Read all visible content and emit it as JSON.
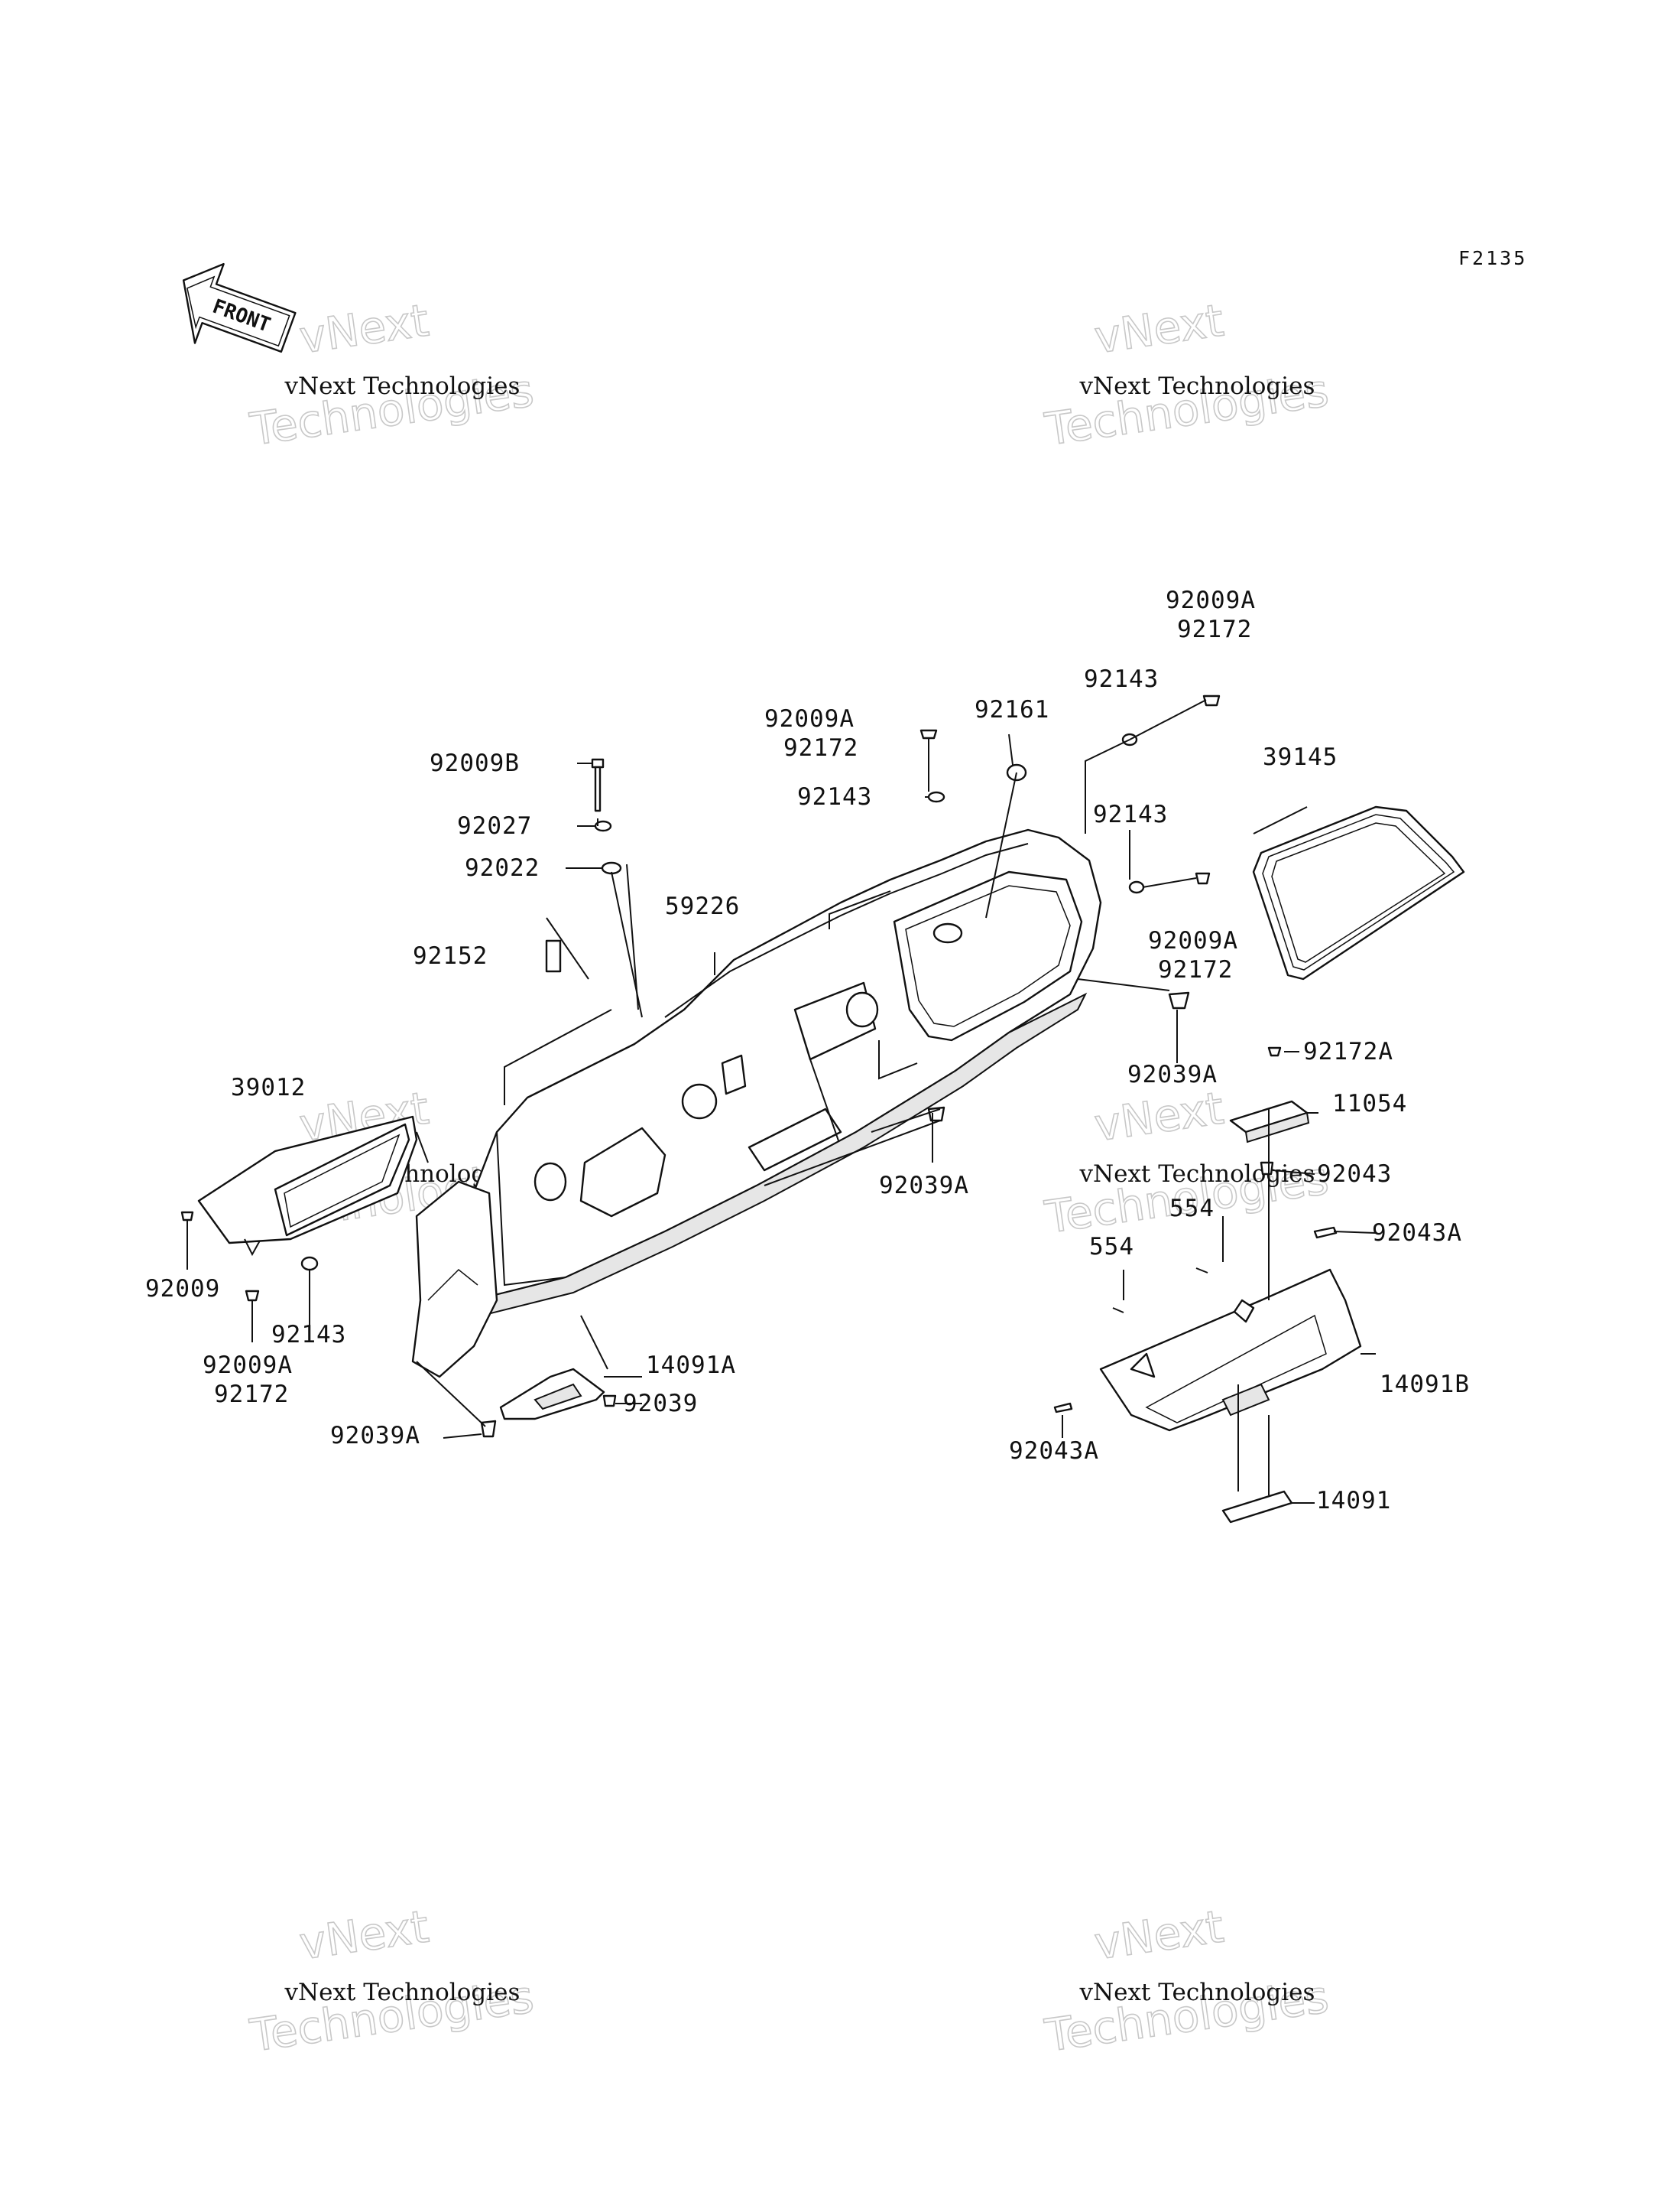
{
  "figure_id": "F2135",
  "front_label": "FRONT",
  "watermark": {
    "company": "vNext Technologies",
    "word_top": "vNext",
    "word_bottom": "Technologies"
  },
  "callouts": [
    {
      "id": "c-92009a-top-1",
      "text": "92009A"
    },
    {
      "id": "c-92172-top-1",
      "text": "92172"
    },
    {
      "id": "c-92143-top",
      "text": "92143"
    },
    {
      "id": "c-39145",
      "text": "39145"
    },
    {
      "id": "c-92161",
      "text": "92161"
    },
    {
      "id": "c-92009a-mid-1",
      "text": "92009A"
    },
    {
      "id": "c-92172-mid-1",
      "text": "92172"
    },
    {
      "id": "c-92143-mid-1",
      "text": "92143"
    },
    {
      "id": "c-92143-right",
      "text": "92143"
    },
    {
      "id": "c-92009b",
      "text": "92009B"
    },
    {
      "id": "c-92027",
      "text": "92027"
    },
    {
      "id": "c-92022",
      "text": "92022"
    },
    {
      "id": "c-59226",
      "text": "59226"
    },
    {
      "id": "c-92152",
      "text": "92152"
    },
    {
      "id": "c-92009a-right",
      "text": "92009A"
    },
    {
      "id": "c-92172-right",
      "text": "92172"
    },
    {
      "id": "c-92039a-right",
      "text": "92039A"
    },
    {
      "id": "c-92172a",
      "text": "92172A"
    },
    {
      "id": "c-39012",
      "text": "39012"
    },
    {
      "id": "c-11054",
      "text": "11054"
    },
    {
      "id": "c-92043",
      "text": "92043"
    },
    {
      "id": "c-92039a-mid",
      "text": "92039A"
    },
    {
      "id": "c-554-upper",
      "text": "554"
    },
    {
      "id": "c-92043a-right",
      "text": "92043A"
    },
    {
      "id": "c-554-lower",
      "text": "554"
    },
    {
      "id": "c-92009",
      "text": "92009"
    },
    {
      "id": "c-92143-left",
      "text": "92143"
    },
    {
      "id": "c-92009a-left",
      "text": "92009A"
    },
    {
      "id": "c-92172-left",
      "text": "92172"
    },
    {
      "id": "c-14091a",
      "text": "14091A"
    },
    {
      "id": "c-92039",
      "text": "92039"
    },
    {
      "id": "c-92039a-left",
      "text": "92039A"
    },
    {
      "id": "c-14091b",
      "text": "14091B"
    },
    {
      "id": "c-92043a-left",
      "text": "92043A"
    },
    {
      "id": "c-14091",
      "text": "14091"
    }
  ]
}
